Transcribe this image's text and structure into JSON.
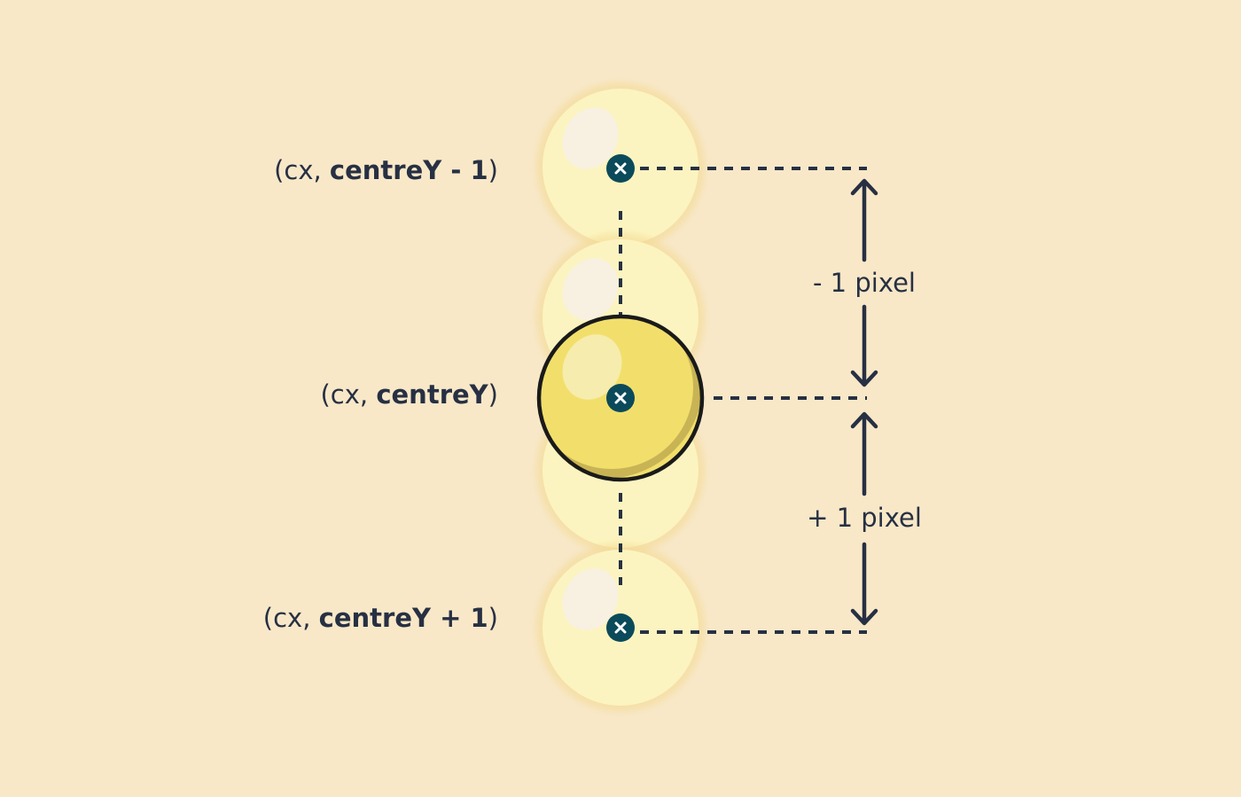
{
  "points": [
    {
      "prefix": "(cx, ",
      "bold": "centreY - 1",
      "suffix": ")"
    },
    {
      "prefix": "(cx, ",
      "bold": "centreY",
      "suffix": ")"
    },
    {
      "prefix": "(cx, ",
      "bold": "centreY + 1",
      "suffix": ")"
    }
  ],
  "offsets": {
    "up": "- 1 pixel",
    "down": "+ 1 pixel"
  },
  "colors": {
    "background": "#f8e8c8",
    "ball": "#f2df6b",
    "ball_ghost": "#fcf4c0",
    "ball_shade": "#c8b455",
    "marker": "#0b4a5a",
    "ink": "#273043"
  },
  "icons": {
    "center_marker": "x-mark-icon"
  }
}
